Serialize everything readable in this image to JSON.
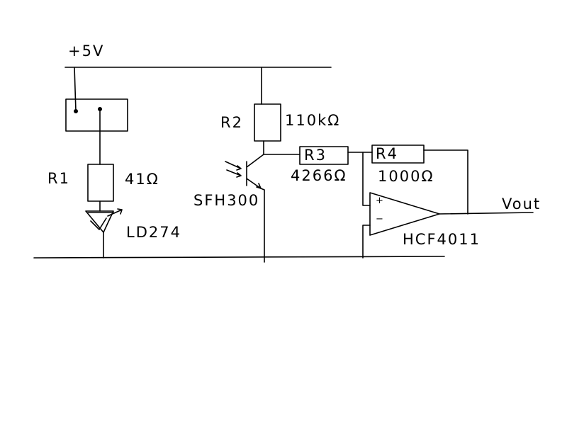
{
  "labels": {
    "supply": "+5V",
    "r1_name": "R1",
    "r1_value": "41Ω",
    "diode": "LD274",
    "r2_name": "R2",
    "r2_value": "110kΩ",
    "phototransistor": "SFH300",
    "r3_name": "R3",
    "r3_value": "4266Ω",
    "r4_name": "R4",
    "r4_value": "1000Ω",
    "opamp_plus": "+",
    "opamp_minus": "−",
    "opamp": "HCF4011",
    "vout": "Vout"
  }
}
